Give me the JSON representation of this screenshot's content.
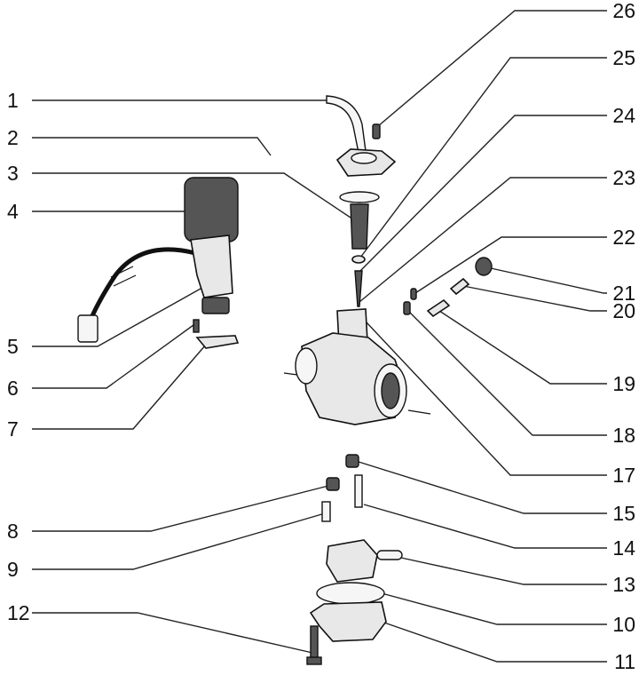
{
  "diagram": {
    "type": "exploded parts diagram (carburetor assembly)",
    "callouts_left": [
      "1",
      "2",
      "3",
      "4",
      "5",
      "6",
      "7",
      "8",
      "9",
      "12"
    ],
    "callouts_right": [
      "26",
      "25",
      "24",
      "23",
      "22",
      "21",
      "20",
      "19",
      "18",
      "17",
      "15",
      "14",
      "13",
      "10",
      "11"
    ]
  }
}
